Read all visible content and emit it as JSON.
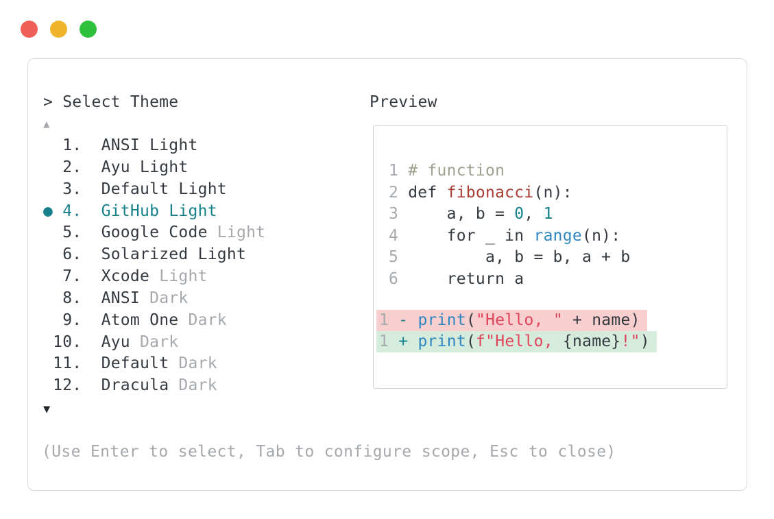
{
  "colors": {
    "accent_teal": "#15808a",
    "text_dark": "#343a40",
    "text_muted": "#a5a9ad",
    "comment_olive": "#9da28f",
    "function_red": "#a93c35",
    "builtin_blue": "#3187c2",
    "string_crimson": "#e0445a",
    "diff_removed_bg": "#f7cfcf",
    "diff_added_bg": "#d5ecdc",
    "traffic_red": "#ef5f58",
    "traffic_yellow": "#f0b42d",
    "traffic_green": "#2fc13c",
    "window_border": "#d9d9d9",
    "preview_border": "#d0d0d0",
    "scroll_down_dark": "#24282c"
  },
  "window_controls": {
    "buttons": [
      "close",
      "minimize",
      "maximize"
    ]
  },
  "theme_selector": {
    "prompt": "> Select Theme",
    "scroll_up_indicator": "▲",
    "scroll_down_indicator": "▼",
    "selected_number": "4",
    "hint": "(Use Enter to select, Tab to configure scope, Esc to close)",
    "items": [
      {
        "number": "1",
        "name": "ANSI",
        "variant": "Light",
        "variant_muted": false,
        "selected": false
      },
      {
        "number": "2",
        "name": "Ayu",
        "variant": "Light",
        "variant_muted": false,
        "selected": false
      },
      {
        "number": "3",
        "name": "Default",
        "variant": "Light",
        "variant_muted": false,
        "selected": false
      },
      {
        "number": "4",
        "name": "GitHub",
        "variant": "Light",
        "variant_muted": false,
        "selected": true
      },
      {
        "number": "5",
        "name": "Google Code",
        "variant": "Light",
        "variant_muted": true,
        "selected": false
      },
      {
        "number": "6",
        "name": "Solarized",
        "variant": "Light",
        "variant_muted": false,
        "selected": false
      },
      {
        "number": "7",
        "name": "Xcode",
        "variant": "Light",
        "variant_muted": true,
        "selected": false
      },
      {
        "number": "8",
        "name": "ANSI",
        "variant": "Dark",
        "variant_muted": true,
        "selected": false
      },
      {
        "number": "9",
        "name": "Atom One",
        "variant": "Dark",
        "variant_muted": true,
        "selected": false
      },
      {
        "number": "10",
        "name": "Ayu",
        "variant": "Dark",
        "variant_muted": true,
        "selected": false
      },
      {
        "number": "11",
        "name": "Default",
        "variant": "Dark",
        "variant_muted": true,
        "selected": false
      },
      {
        "number": "12",
        "name": "Dracula",
        "variant": "Dark",
        "variant_muted": true,
        "selected": false
      }
    ]
  },
  "preview": {
    "title": "Preview",
    "code_lines": [
      {
        "num": "1",
        "tokens": [
          {
            "t": "# function",
            "c": "comment"
          }
        ]
      },
      {
        "num": "2",
        "tokens": [
          {
            "t": "def ",
            "c": "text"
          },
          {
            "t": "fibonacci",
            "c": "func"
          },
          {
            "t": "(n):",
            "c": "text"
          }
        ]
      },
      {
        "num": "3",
        "tokens": [
          {
            "t": "    a, b = ",
            "c": "text"
          },
          {
            "t": "0",
            "c": "number"
          },
          {
            "t": ", ",
            "c": "text"
          },
          {
            "t": "1",
            "c": "number"
          }
        ]
      },
      {
        "num": "4",
        "tokens": [
          {
            "t": "    for _ in ",
            "c": "text"
          },
          {
            "t": "range",
            "c": "builtin"
          },
          {
            "t": "(n):",
            "c": "text"
          }
        ]
      },
      {
        "num": "5",
        "tokens": [
          {
            "t": "        a, b = b, a + b",
            "c": "text"
          }
        ]
      },
      {
        "num": "6",
        "tokens": [
          {
            "t": "    return a",
            "c": "text"
          }
        ]
      }
    ],
    "diff_lines": [
      {
        "num": "1",
        "sign": "-",
        "kind": "removed",
        "tokens": [
          {
            "t": "print",
            "c": "builtin"
          },
          {
            "t": "(",
            "c": "text"
          },
          {
            "t": "\"Hello, \"",
            "c": "string"
          },
          {
            "t": " + name)",
            "c": "text"
          }
        ]
      },
      {
        "num": "1",
        "sign": "+",
        "kind": "added",
        "tokens": [
          {
            "t": "print",
            "c": "builtin"
          },
          {
            "t": "(",
            "c": "text"
          },
          {
            "t": "f\"Hello, ",
            "c": "string"
          },
          {
            "t": "{name}",
            "c": "text"
          },
          {
            "t": "!\"",
            "c": "string"
          },
          {
            "t": ")",
            "c": "text"
          }
        ]
      }
    ]
  }
}
